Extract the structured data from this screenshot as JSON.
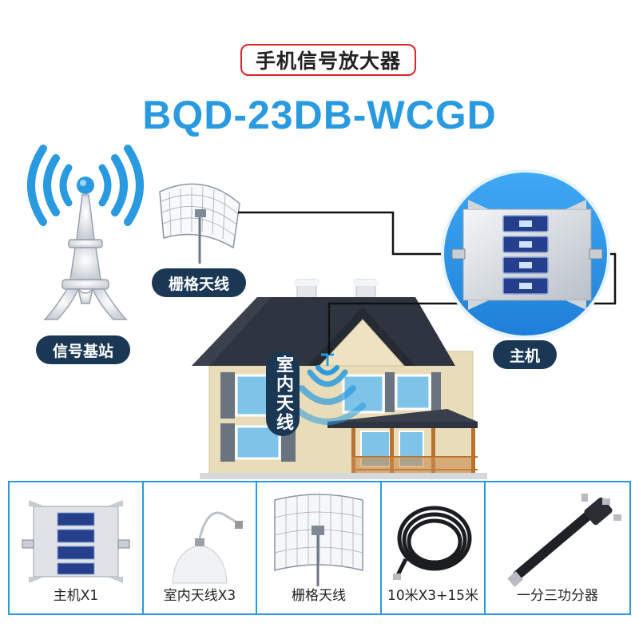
{
  "header": {
    "tagline": "手机信号放大器",
    "model": "BQD-23DB-WCGD"
  },
  "diagram": {
    "base_station_label": "信号基站",
    "grid_antenna_label": "栅格天线",
    "main_unit_label": "主机",
    "indoor_antenna_label": "室内天线"
  },
  "package": {
    "items": [
      {
        "label": "主机X1",
        "icon": "repeater-unit-icon"
      },
      {
        "label": "室内天线X3",
        "icon": "ceiling-antenna-icon"
      },
      {
        "label": "栅格天线",
        "icon": "grid-antenna-icon"
      },
      {
        "label": "10米X3+15米",
        "icon": "coax-cable-icon"
      },
      {
        "label": "一分三功分器",
        "icon": "power-splitter-icon"
      }
    ]
  },
  "colors": {
    "accent": "#2a9ae0",
    "pill_bg": "#1a3754",
    "tagline_border": "#d9262b"
  }
}
